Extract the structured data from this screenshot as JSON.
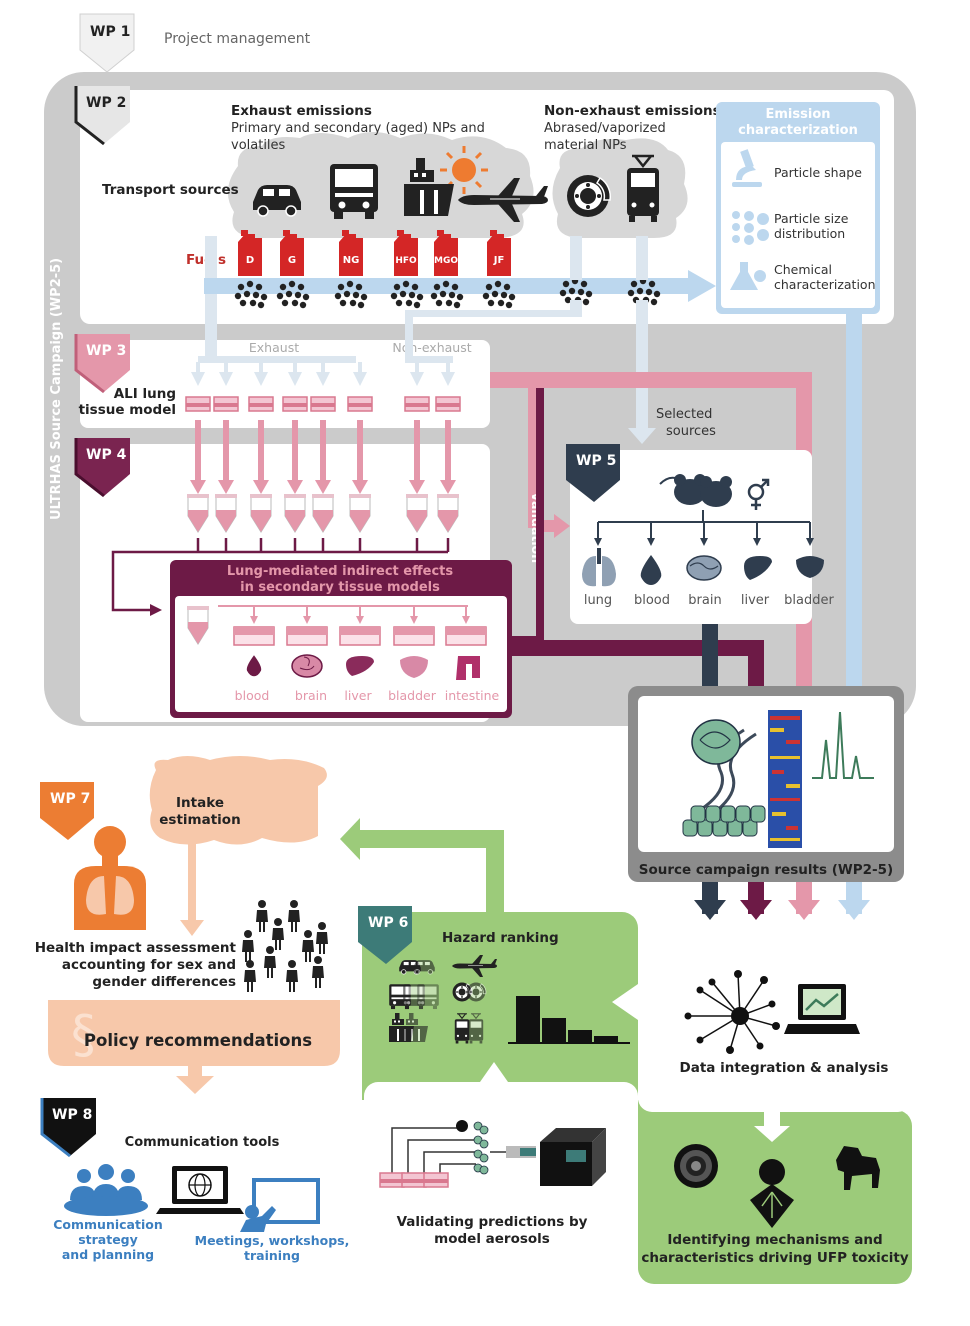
{
  "wp1": {
    "tag": "WP 1",
    "title": "Project management"
  },
  "wp2": {
    "tag": "WP 2",
    "side_label": "ULTRHAS Source Campaign (WP2-5)",
    "transport_sources": "Transport sources",
    "fuels_label": "Fuels",
    "exhaust_title": "Exhaust emissions",
    "exhaust_sub1": "Primary and secondary (aged) NPs and",
    "exhaust_sub2": "volatiles",
    "nonexhaust_title": "Non-exhaust emissions",
    "nonexhaust_sub1": "Abrased/vaporized",
    "nonexhaust_sub2": "material NPs",
    "fuels": [
      "D",
      "G",
      "NG",
      "HFO",
      "MGO",
      "JF"
    ],
    "emission_char": {
      "title1": "Emission",
      "title2": "characterization",
      "items": [
        {
          "l1": "Particle shape",
          "l2": ""
        },
        {
          "l1": "Particle size",
          "l2": "distribution"
        },
        {
          "l1": "Chemical",
          "l2": "characterization"
        }
      ]
    }
  },
  "wp3": {
    "tag": "WP 3",
    "label1": "ALI lung",
    "label2": "tissue model",
    "exhaust": "Exhaust",
    "nonexhaust": "Non-exhaust"
  },
  "wp4": {
    "tag": "WP 4",
    "box_title1": "Lung-mediated indirect effects",
    "box_title2": "in secondary tissue models",
    "organs": [
      "blood",
      "brain",
      "liver",
      "bladder",
      "intestine"
    ]
  },
  "wp5": {
    "tag": "WP 5",
    "selected1": "Selected",
    "selected2": "sources",
    "validation": "Validation",
    "organs": [
      "lung",
      "blood",
      "brain",
      "liver",
      "bladder"
    ]
  },
  "results": {
    "label": "Source campaign results (WP2-5)"
  },
  "wp6": {
    "tag": "WP 6",
    "hazard": "Hazard ranking",
    "validating1": "Validating predictions by",
    "validating2": "model aerosols"
  },
  "data_integration": {
    "label": "Data integration & analysis"
  },
  "mechanisms": {
    "l1": "Identifying mechanisms and",
    "l2": "characteristics driving UFP toxicity"
  },
  "wp7": {
    "tag": "WP 7",
    "intake1": "Intake",
    "intake2": "estimation",
    "health1": "Health impact assessment",
    "health2": "accounting for sex and",
    "health3": "gender differences",
    "policy": "Policy recommendations",
    "para": "§"
  },
  "wp8": {
    "tag": "WP 8",
    "comm_tools": "Communication tools",
    "comm1": "Communication",
    "comm2": "strategy",
    "comm3": "and planning",
    "meet1": "Meetings, workshops,",
    "meet2": "training"
  },
  "colors": {
    "gray_frame": "#cbcbcb",
    "light_blue": "#bcd7ee",
    "pink": "#e497aa",
    "maroon": "#6d1a46",
    "navy": "#2f3d4e",
    "green": "#9ccb7a",
    "peach": "#f7c8aa",
    "orange": "#ec7d33",
    "teal": "#3d7b78",
    "red_can": "#d42626",
    "blue_icon": "#3c7fc0"
  }
}
